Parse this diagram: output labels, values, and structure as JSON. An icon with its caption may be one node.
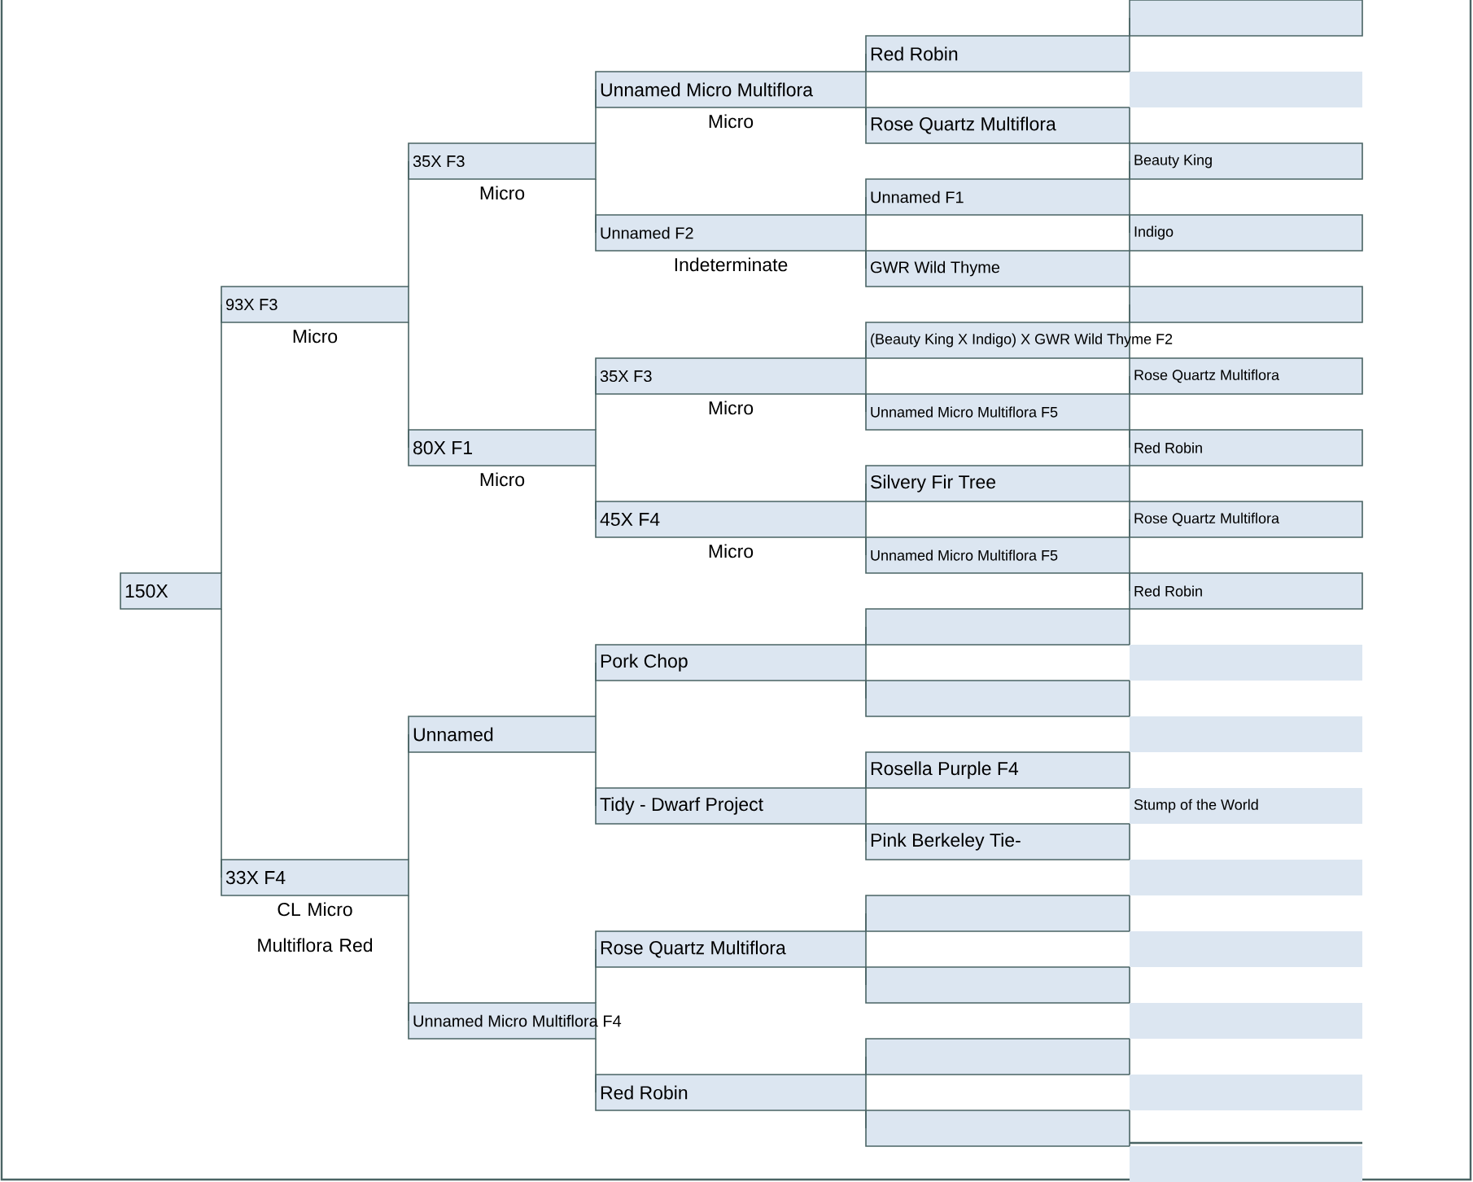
{
  "diagram": {
    "nodes": [
      {
        "text": [
          "150X"
        ]
      },
      {
        "text": [
          "93X F3"
        ],
        "beside": [
          "Micro"
        ]
      },
      {
        "text": [
          "33X F4"
        ],
        "beside": [
          "CL Micro Multiflora Red"
        ]
      },
      {
        "text": [
          "35X F3"
        ],
        "beside": [
          "Micro"
        ]
      },
      {
        "text": [
          "80X F1"
        ],
        "beside": [
          "Micro"
        ]
      },
      {
        "text": [
          "Unnamed"
        ]
      },
      {
        "text": [
          "Unnamed Micro Multiflora F4"
        ]
      },
      {
        "text": [
          "Unnamed Micro Multiflora"
        ],
        "beside": [
          "Micro"
        ]
      },
      {
        "text": [
          "Unnamed F2"
        ],
        "beside": [
          "Indeterminate"
        ]
      },
      {
        "text": [
          "35X F3"
        ],
        "beside": [
          "Micro"
        ]
      },
      {
        "text": [
          "45X F4"
        ],
        "beside": [
          "Micro"
        ]
      },
      {
        "text": [
          "Pork Chop"
        ]
      },
      {
        "text": [
          "Tidy - Dwarf Project"
        ]
      },
      {
        "text": [
          "Rose Quartz Multiflora"
        ]
      },
      {
        "text": [
          "Red Robin"
        ]
      },
      {
        "text": [
          "Red Robin"
        ]
      },
      {
        "text": [
          "Rose Quartz Multiflora"
        ]
      },
      {
        "text": [
          "Unnamed F1"
        ]
      },
      {
        "text": [
          "GWR Wild Thyme"
        ]
      },
      {
        "text": [
          "(Beauty King X Indigo) X GWR Wild Thyme F2"
        ]
      },
      {
        "text": [
          "Unnamed Micro Multiflora F5"
        ]
      },
      {
        "text": [
          "Silvery Fir Tree"
        ]
      },
      {
        "text": [
          "Unnamed Micro Multiflora F5"
        ]
      },
      {
        "text": [],
        "shape": "box"
      },
      {
        "text": [],
        "shape": "box"
      },
      {
        "text": [
          "Rosella Purple F4"
        ]
      },
      {
        "text": [
          "Pink Berkeley Tie-"
        ]
      },
      {
        "text": [],
        "shape": "box"
      },
      {
        "text": [],
        "shape": "box"
      },
      {
        "text": [],
        "shape": "box"
      },
      {
        "text": [],
        "shape": "box"
      },
      {
        "text": [],
        "shape": "box"
      },
      {
        "text": [],
        "shape": "band"
      },
      {
        "text": [
          "Beauty King"
        ]
      },
      {
        "text": [
          "Indigo"
        ]
      },
      {
        "text": [],
        "shape": "box"
      },
      {
        "text": [
          "Rose Quartz Multiflora"
        ]
      },
      {
        "text": [
          "Red Robin"
        ]
      },
      {
        "text": [
          "Rose Quartz Multiflora"
        ]
      },
      {
        "text": [
          "Red Robin"
        ]
      },
      {
        "text": [],
        "shape": "band"
      },
      {
        "text": [],
        "shape": "band"
      },
      {
        "text": [
          "Stump of the World"
        ]
      },
      {
        "text": [],
        "shape": "band"
      },
      {
        "text": [],
        "shape": "band"
      },
      {
        "text": [],
        "shape": "band"
      },
      {
        "text": [],
        "shape": "band"
      },
      {
        "text": [],
        "shape": "band"
      }
    ],
    "edges": [
      {
        "from": 0,
        "to": 1,
        "arrow": "none"
      },
      {
        "from": 0,
        "to": 2,
        "arrow": "none"
      },
      {
        "from": 1,
        "to": 3,
        "arrow": "none"
      },
      {
        "from": 1,
        "to": 4,
        "arrow": "none"
      },
      {
        "from": 2,
        "to": 5,
        "arrow": "none"
      },
      {
        "from": 2,
        "to": 6,
        "arrow": "none"
      },
      {
        "from": 3,
        "to": 7,
        "arrow": "none"
      },
      {
        "from": 3,
        "to": 8,
        "arrow": "none"
      },
      {
        "from": 4,
        "to": 9,
        "arrow": "none"
      },
      {
        "from": 4,
        "to": 10,
        "arrow": "none"
      },
      {
        "from": 5,
        "to": 11,
        "arrow": "none"
      },
      {
        "from": 5,
        "to": 12,
        "arrow": "none"
      },
      {
        "from": 6,
        "to": 13,
        "arrow": "none"
      },
      {
        "from": 6,
        "to": 14,
        "arrow": "none"
      },
      {
        "from": 7,
        "to": 15,
        "arrow": "none"
      },
      {
        "from": 7,
        "to": 16,
        "arrow": "none"
      },
      {
        "from": 8,
        "to": 17,
        "arrow": "none"
      },
      {
        "from": 8,
        "to": 18,
        "arrow": "none"
      },
      {
        "from": 9,
        "to": 19,
        "arrow": "none"
      },
      {
        "from": 9,
        "to": 20,
        "arrow": "none"
      },
      {
        "from": 10,
        "to": 21,
        "arrow": "none"
      },
      {
        "from": 10,
        "to": 22,
        "arrow": "none"
      },
      {
        "from": 11,
        "to": 23,
        "arrow": "none"
      },
      {
        "from": 11,
        "to": 24,
        "arrow": "none"
      },
      {
        "from": 12,
        "to": 25,
        "arrow": "none"
      },
      {
        "from": 12,
        "to": 26,
        "arrow": "none"
      },
      {
        "from": 13,
        "to": 27,
        "arrow": "none"
      },
      {
        "from": 13,
        "to": 28,
        "arrow": "none"
      },
      {
        "from": 14,
        "to": 29,
        "arrow": "none"
      },
      {
        "from": 14,
        "to": 30,
        "arrow": "none"
      },
      {
        "from": 15,
        "to": 31,
        "arrow": "none"
      },
      {
        "from": 17,
        "to": 33,
        "arrow": "none"
      },
      {
        "from": 17,
        "to": 34,
        "arrow": "none"
      },
      {
        "from": 19,
        "to": 35,
        "arrow": "none"
      },
      {
        "from": 20,
        "to": 36,
        "arrow": "none"
      },
      {
        "from": 20,
        "to": 37,
        "arrow": "none"
      },
      {
        "from": 22,
        "to": 38,
        "arrow": "none"
      },
      {
        "from": 22,
        "to": 39,
        "arrow": "none"
      }
    ]
  }
}
